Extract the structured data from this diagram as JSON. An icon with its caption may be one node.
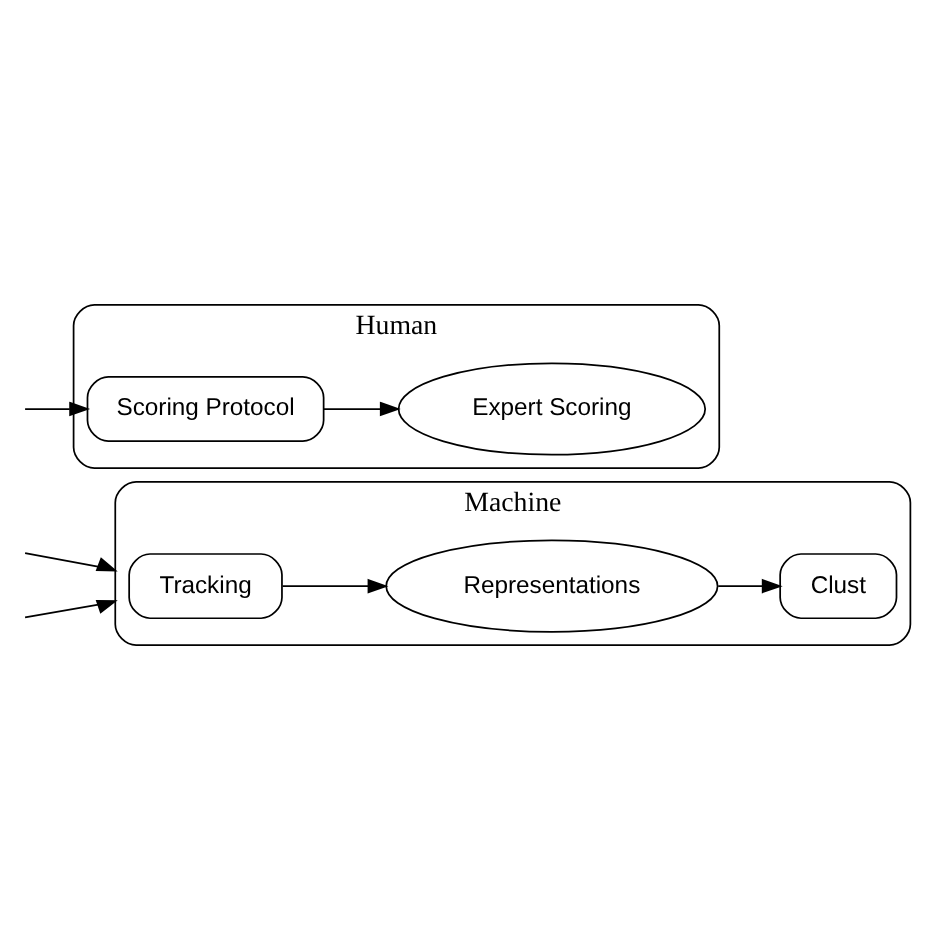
{
  "diagram": {
    "nodes": [
      {
        "text": [
          "Machine"
        ]
      },
      {
        "text": [
          "Tracking"
        ],
        "in": 0
      },
      {
        "text": [
          "Representations"
        ],
        "in": 0
      },
      {
        "text": [
          "Clust"
        ],
        "in": 0
      },
      {
        "text": [
          "Human"
        ]
      },
      {
        "text": [
          "Scoring Protocol"
        ],
        "in": 4
      },
      {
        "text": [
          "Expert Scoring"
        ],
        "in": 4
      }
    ],
    "edges": [
      {
        "from": null,
        "to": 0,
        "arrow": "to"
      },
      {
        "from": null,
        "to": 0,
        "arrow": "to"
      },
      {
        "from": 1,
        "to": 2,
        "arrow": "to"
      },
      {
        "from": 2,
        "to": 3,
        "arrow": "to"
      },
      {
        "from": null,
        "to": 5,
        "arrow": "to"
      },
      {
        "from": 5,
        "to": 6,
        "arrow": "to"
      }
    ]
  }
}
